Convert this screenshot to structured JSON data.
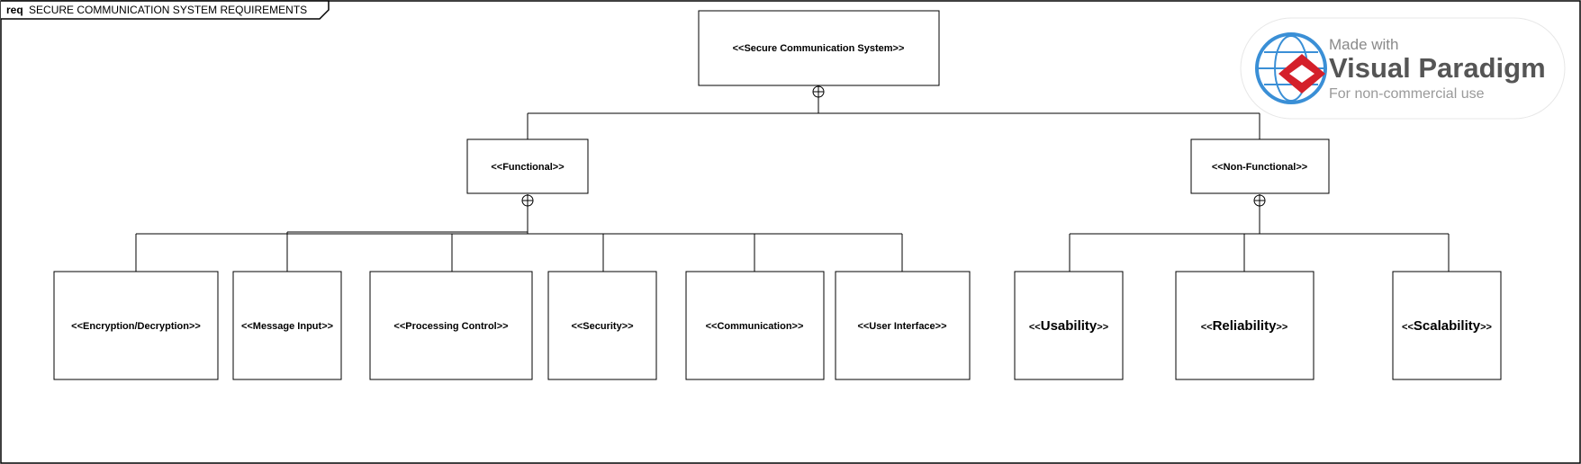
{
  "frame": {
    "kind": "req",
    "title": "SECURE COMMUNICATION SYSTEM REQUIREMENTS"
  },
  "nodes": {
    "root": "<<Secure Communication System>>",
    "functional": "<<Functional>>",
    "non_functional": "<<Non-Functional>>",
    "encryption": "<<Encryption/Decryption>>",
    "message_input": "<<Message Input>>",
    "processing_control": "<<Processing Control>>",
    "security": "<<Security>>",
    "communication": "<<Communication>>",
    "user_interface": "<<User Interface>>",
    "usability": {
      "open": "<<",
      "name": "Usability",
      "close": ">>"
    },
    "reliability": {
      "open": "<<",
      "name": "Reliability",
      "close": ">>"
    },
    "scalability": {
      "open": "<<",
      "name": "Scalability",
      "close": ">>"
    }
  },
  "watermark": {
    "line1": "Made with",
    "line2": "Visual Paradigm",
    "line3": "For non-commercial use",
    "colors": {
      "globe": "#3a8fd6",
      "logo": "#d4202a"
    }
  }
}
